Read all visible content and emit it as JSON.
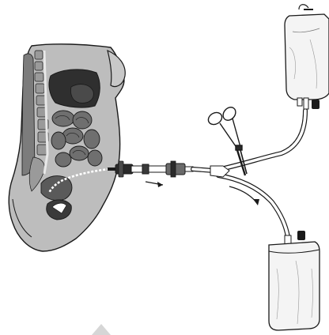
{
  "figure": {
    "subject": "peritoneal-dialysis-setup",
    "parts": [
      "torso-sagittal-section",
      "dialysate-supply-bag",
      "hemostat-clamp",
      "drainage-bag",
      "catheter-tubing",
      "flow-arrows"
    ],
    "colors": {
      "ink": "#1a1a1a",
      "skin": "#bdbdbd",
      "organ_dark": "#3a3a3a",
      "organ_mid": "#6f6f6f",
      "spine": "#8a8a8a",
      "bag_fill": "#f4f4f4",
      "tube": "#ffffff"
    }
  }
}
